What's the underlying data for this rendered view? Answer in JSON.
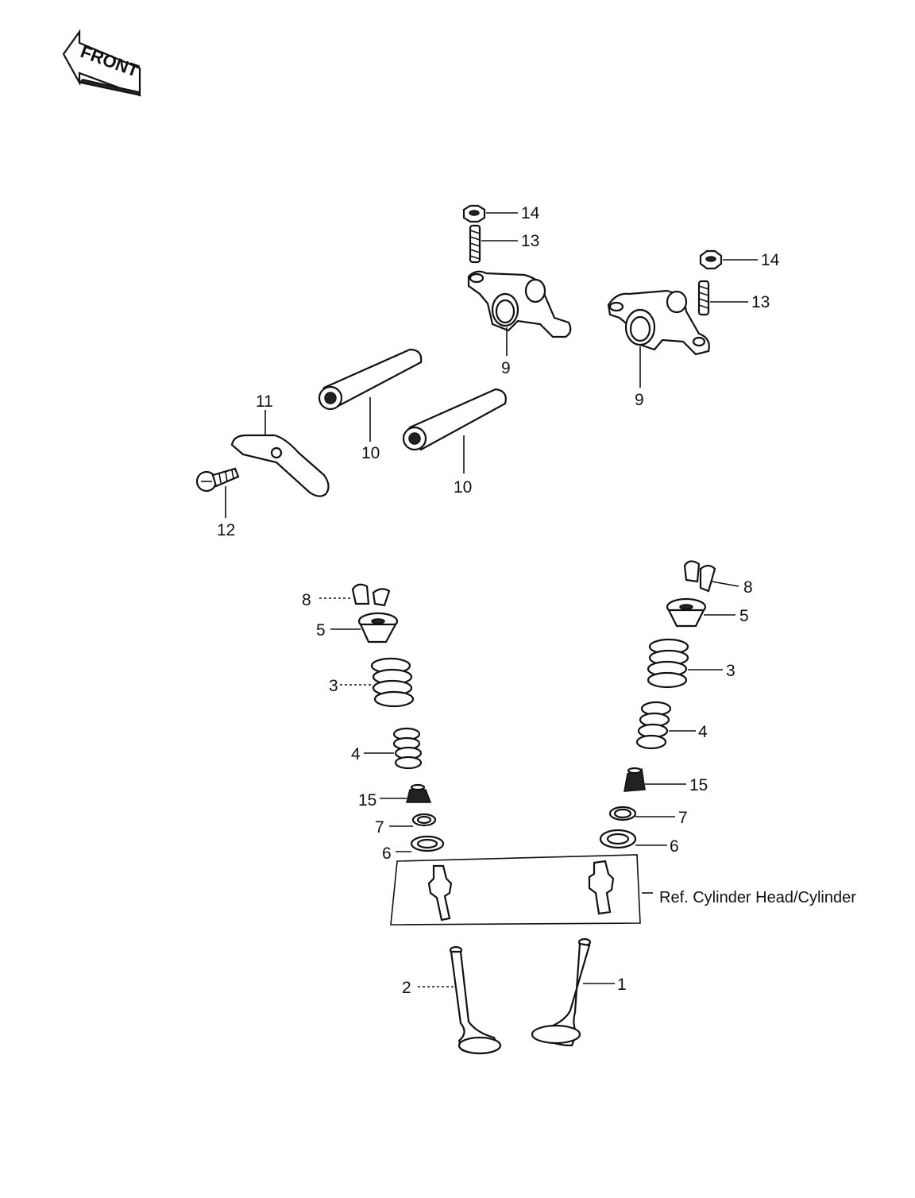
{
  "front_badge": "FRONT",
  "reference_note": "Ref. Cylinder Head/Cylinder",
  "callouts": {
    "n14a": "14",
    "n13a": "13",
    "n9a": "9",
    "n14b": "14",
    "n13b": "13",
    "n9b": "9",
    "n11": "11",
    "n10a": "10",
    "n10b": "10",
    "n12": "12",
    "n8l": "8",
    "n5l": "5",
    "n3l": "3",
    "n4l": "4",
    "n15l": "15",
    "n7l": "7",
    "n6l": "6",
    "n8r": "8",
    "n5r": "5",
    "n3r": "3",
    "n4r": "4",
    "n15r": "15",
    "n7r": "7",
    "n6r": "6",
    "n2": "2",
    "n1": "1"
  }
}
